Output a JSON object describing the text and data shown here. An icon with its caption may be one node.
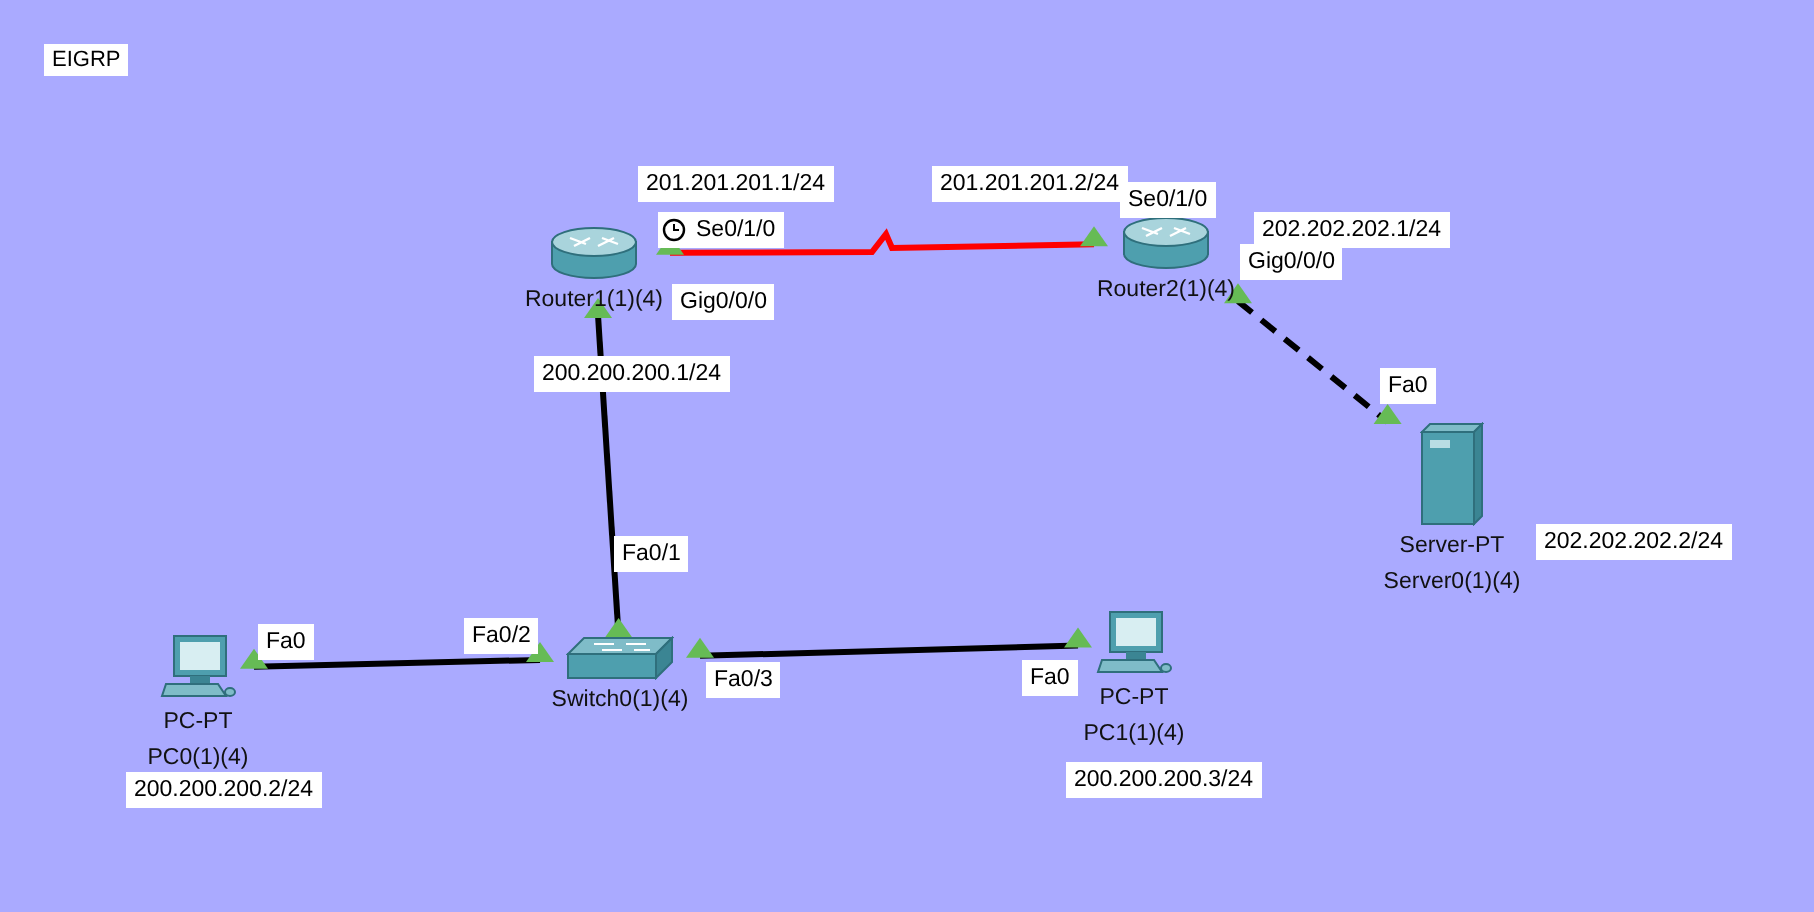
{
  "diagram": {
    "title": "EIGRP",
    "nodes": [
      {
        "text": [
          "Router1(1)(4)"
        ]
      },
      {
        "text": [
          "Router2(1)(4)"
        ]
      },
      {
        "text": [
          "Switch0(1)(4)"
        ]
      },
      {
        "text": [
          "PC-PT",
          "PC0(1)(4)"
        ]
      },
      {
        "text": [
          "PC-PT",
          "PC1(1)(4)"
        ]
      },
      {
        "text": [
          "Server-PT",
          "Server0(1)(4)"
        ]
      }
    ],
    "edges": [
      {
        "from": 0,
        "to": 1,
        "arrow": "other",
        "color": "#ff0000"
      },
      {
        "from": 0,
        "to": 2,
        "arrow": "other"
      },
      {
        "from": 1,
        "to": 5,
        "arrow": "other",
        "style": "dashed"
      },
      {
        "from": 3,
        "to": 2,
        "arrow": "other"
      },
      {
        "from": 2,
        "to": 4,
        "arrow": "other"
      }
    ],
    "labels": [
      "201.201.201.1/24",
      "201.201.201.2/24",
      "Se0/1/0",
      "Se0/1/0",
      "202.202.202.1/24",
      "Gig0/0/0",
      "Gig0/0/0",
      "200.200.200.1/24",
      "Fa0",
      "202.202.202.2/24",
      "Fa0/1",
      "Fa0",
      "Fa0/2",
      "Fa0/3",
      "Fa0",
      "200.200.200.2/24",
      "200.200.200.3/24"
    ]
  }
}
